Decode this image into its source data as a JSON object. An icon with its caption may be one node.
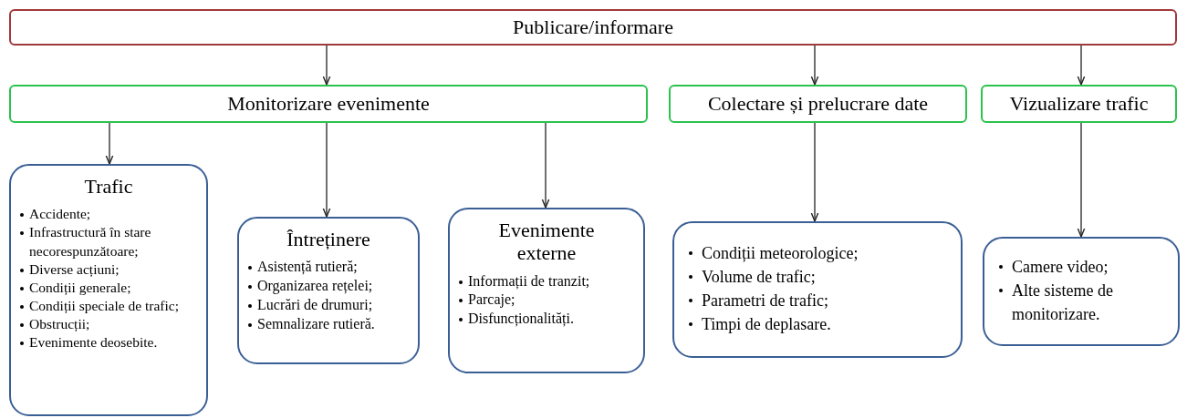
{
  "diagram": {
    "nodes": [
      {
        "text": [
          "Publicare/informare"
        ]
      },
      {
        "text": [
          "Monitorizare evenimente"
        ]
      },
      {
        "text": [
          "Colectare și prelucrare date"
        ]
      },
      {
        "text": [
          "Vizualizare trafic"
        ]
      },
      {
        "text": [
          "Trafic",
          "Accidente;",
          "Infrastructură în stare necorespunzătoare;",
          "Diverse acțiuni;",
          "Condiții generale;",
          "Condiții speciale de trafic;",
          "Obstrucții;",
          "Evenimente deosebite."
        ]
      },
      {
        "text": [
          "Întreținere",
          "Asistență rutieră;",
          "Organizarea rețelei;",
          "Lucrări de drumuri;",
          "Semnalizare rutieră."
        ]
      },
      {
        "text": [
          "Evenimente externe",
          "Informații de tranzit;",
          "Parcaje;",
          "Disfuncționalități."
        ]
      },
      {
        "text": [
          "Condiții meteorologice;",
          "Volume de trafic;",
          "Parametri de trafic;",
          "Timpi de deplasare."
        ]
      },
      {
        "text": [
          "Camere video;",
          "Alte sisteme de monitorizare."
        ]
      }
    ],
    "edges": [
      {
        "from": 0,
        "to": 1,
        "arrow": "to"
      },
      {
        "from": 0,
        "to": 2,
        "arrow": "to"
      },
      {
        "from": 0,
        "to": 3,
        "arrow": "to"
      },
      {
        "from": 1,
        "to": 4,
        "arrow": "to"
      },
      {
        "from": 1,
        "to": 5,
        "arrow": "to"
      },
      {
        "from": 1,
        "to": 6,
        "arrow": "to"
      },
      {
        "from": 2,
        "to": 7,
        "arrow": "to"
      },
      {
        "from": 3,
        "to": 8,
        "arrow": "to"
      }
    ]
  }
}
